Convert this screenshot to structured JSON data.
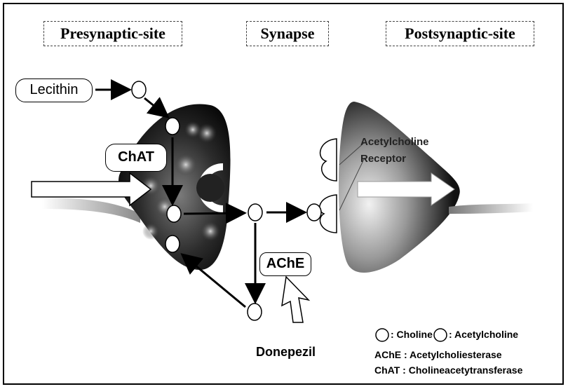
{
  "titles": {
    "presynaptic": "Presynaptic-site",
    "synapse": "Synapse",
    "postsynaptic": "Postsynaptic-site"
  },
  "labels": {
    "lecithin": "Lecithin",
    "chat": "ChAT",
    "ache": "AChE",
    "donepezil": "Donepezil",
    "acetylcholine_receptor_line1": "Acetylcholine",
    "acetylcholine_receptor_line2": "Receptor"
  },
  "legend": {
    "choline": ": Choline",
    "acetylcholine": ": Acetylcholine",
    "ache_def": "AChE : Acetylcholiesterase",
    "chat_def": "ChAT : Cholineacetytransferase"
  }
}
